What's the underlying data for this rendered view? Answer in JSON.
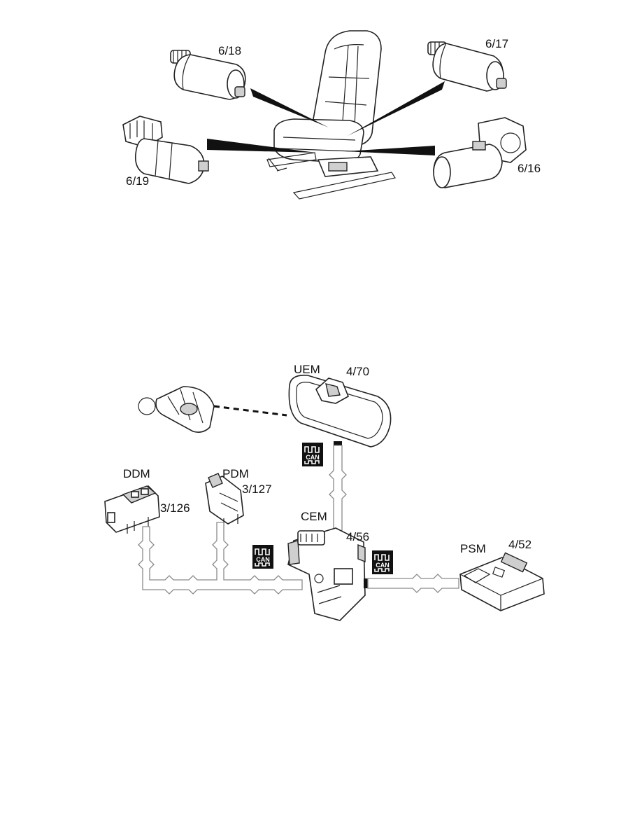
{
  "motors": {
    "top_left": "6/18",
    "top_right": "6/17",
    "bottom_left": "6/19",
    "bottom_right": "6/16"
  },
  "modules": {
    "uem": {
      "name": "UEM",
      "code": "4/70"
    },
    "ddm": {
      "name": "DDM",
      "code": "3/126"
    },
    "pdm": {
      "name": "PDM",
      "code": "3/127"
    },
    "cem": {
      "name": "CEM",
      "code": "4/56"
    },
    "psm": {
      "name": "PSM",
      "code": "4/52"
    }
  },
  "bus_badge": "CAN"
}
